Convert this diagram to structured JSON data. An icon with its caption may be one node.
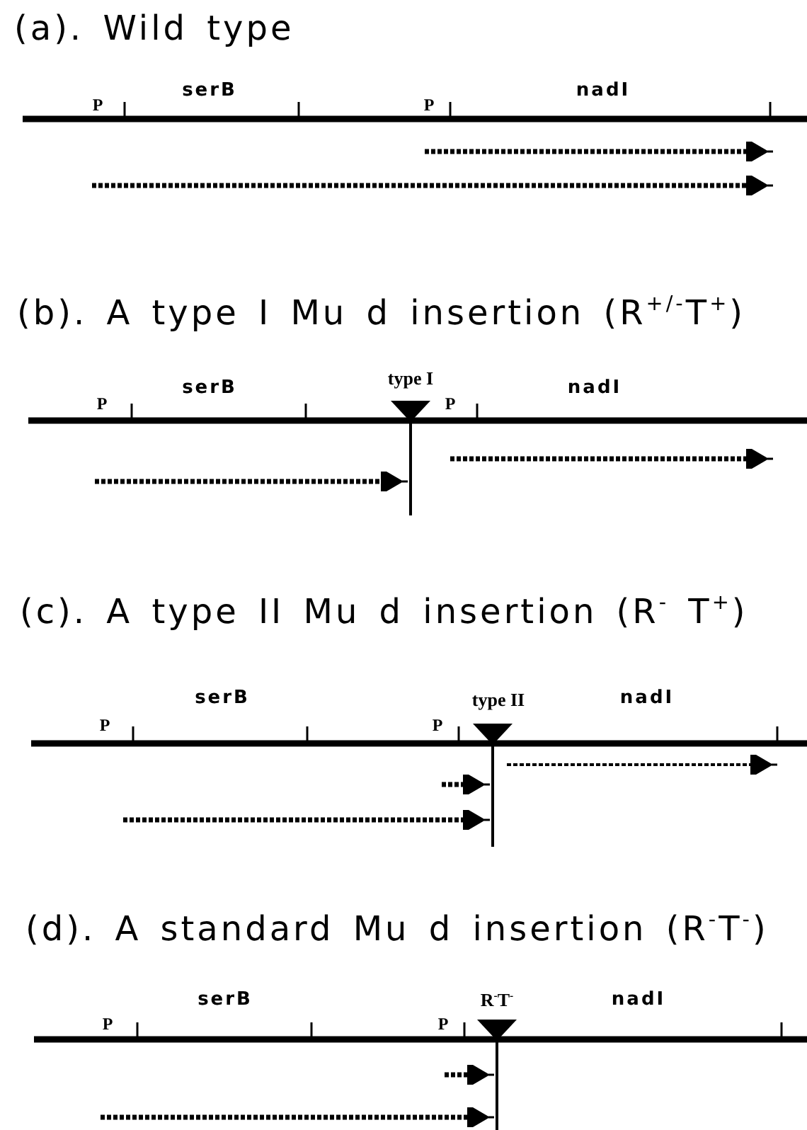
{
  "diagram": {
    "labels": [
      "(a). Wild type",
      "P",
      "serB",
      "P",
      "nadI",
      "(b). A type I Mu d insertion (R$^{+/-}$T$^{+}$)",
      "P",
      "serB",
      "type I",
      "P",
      "nadI",
      "(c). A type II Mu d insertion (R$^{-}$ T$^{+}$)",
      "P",
      "serB",
      "P",
      "type II",
      "nadI",
      "(d). A standard Mu d insertion (R$^{-}$T$^{-}$)",
      "P",
      "serB",
      "P",
      "R$^{-}$T$^{-}$",
      "nadI"
    ]
  }
}
